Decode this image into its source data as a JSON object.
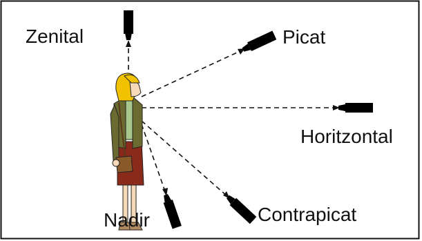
{
  "angles": {
    "zenital": "Zenital",
    "picat": "Picat",
    "horitzontal": "Horitzontal",
    "nadir": "Nadir",
    "contrapicat": "Contrapicat"
  },
  "colors": {
    "frame": "#111111",
    "camera": "#000000",
    "hair": "#f2c200",
    "skin": "#f6d9b8",
    "jacket": "#6b6a30",
    "shirt": "#a7c78b",
    "skirt": "#8a2a1a",
    "bag": "#8a5a2b",
    "shoes": "#b08a63"
  }
}
